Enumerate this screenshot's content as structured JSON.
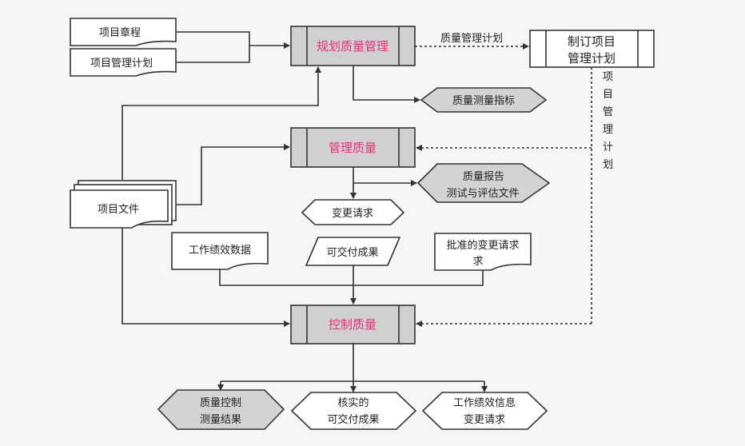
{
  "colors": {
    "process_fill": "#d0d0d0",
    "process_text": "#e5327a",
    "line": "#333333",
    "gray_output": "#d3d3d3"
  },
  "processes": {
    "plan": "规划质量管理",
    "manage": "管理质量",
    "control": "控制质量",
    "develop_plan_line1": "制订项目",
    "develop_plan_line2": "管理计划"
  },
  "inputs": {
    "charter": "项目章程",
    "pm_plan": "项目管理计划",
    "project_docs": "项目文件",
    "work_perf_data": "工作绩效数据",
    "deliverables": "可交付成果",
    "approved_cr_line1": "批准的变更请求",
    "approved_cr_line2": "求"
  },
  "flows": {
    "quality_plan": "质量管理计划",
    "pm_plan_vertical": [
      "项",
      "目",
      "管",
      "理",
      "计",
      "划"
    ]
  },
  "outputs": {
    "metrics": "质量测量指标",
    "reports_line1": "质量报告",
    "reports_line2": "测试与评估文件",
    "change_requests": "变更请求",
    "qc_line1": "质量控制",
    "qc_line2": "测量结果",
    "verified_line1": "核实的",
    "verified_line2": "可交付成果",
    "wpi_line1": "工作绩效信息",
    "wpi_line2": "变更请求"
  }
}
